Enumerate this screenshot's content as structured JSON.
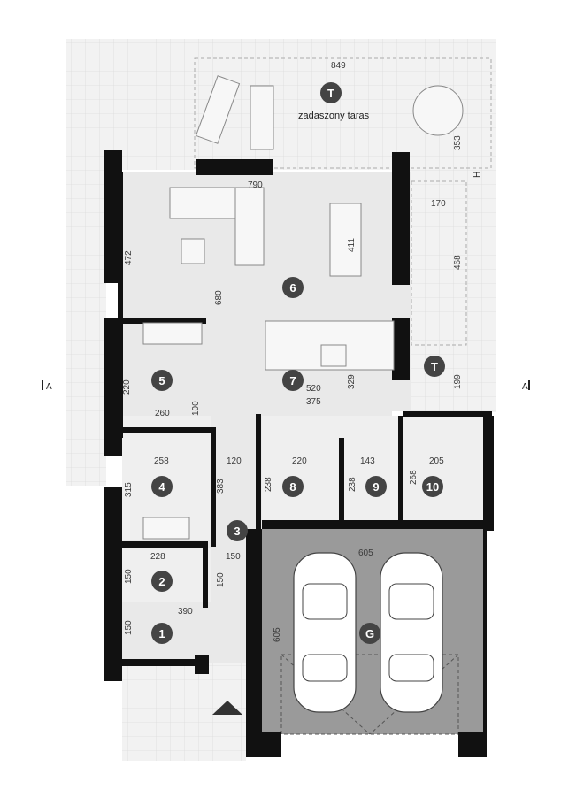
{
  "plan": {
    "terrace_label": "zadaszony taras",
    "section_mark": "A",
    "level_mark": "H",
    "rooms": [
      {
        "id": "T1",
        "label": "T"
      },
      {
        "id": "T2",
        "label": "T"
      },
      {
        "id": "r1",
        "label": "1"
      },
      {
        "id": "r2",
        "label": "2"
      },
      {
        "id": "r3",
        "label": "3"
      },
      {
        "id": "r4",
        "label": "4"
      },
      {
        "id": "r5",
        "label": "5"
      },
      {
        "id": "r6",
        "label": "6"
      },
      {
        "id": "r7",
        "label": "7"
      },
      {
        "id": "r8",
        "label": "8"
      },
      {
        "id": "r9",
        "label": "9"
      },
      {
        "id": "r10",
        "label": "10"
      },
      {
        "id": "G",
        "label": "G"
      }
    ],
    "dimensions": {
      "d849": "849",
      "d353": "353",
      "d790": "790",
      "d170": "170",
      "d472": "472",
      "d411": "411",
      "d680": "680",
      "d468": "468",
      "d220a": "220",
      "d260": "260",
      "d100": "100",
      "d329": "329",
      "d520": "520",
      "d375": "375",
      "d199": "199",
      "d258": "258",
      "d120": "120",
      "d220b": "220",
      "d143": "143",
      "d205": "205",
      "d315": "315",
      "d383": "383",
      "d238a": "238",
      "d238b": "238",
      "d268": "268",
      "d228": "228",
      "d150a": "150",
      "d150b": "150",
      "d605a": "605",
      "d150c": "150",
      "d390": "390",
      "d150d": "150",
      "d605b": "605"
    }
  }
}
